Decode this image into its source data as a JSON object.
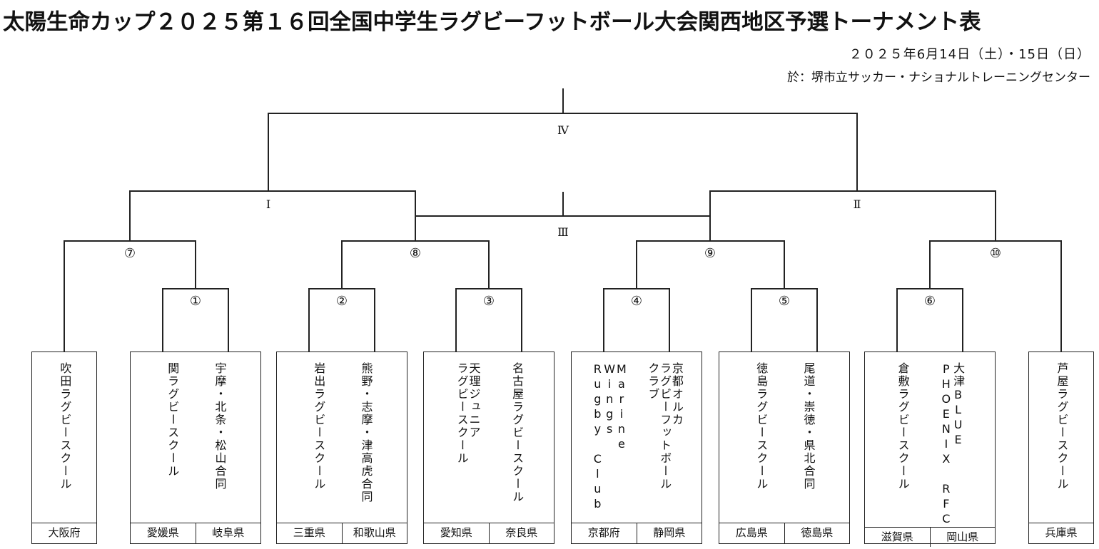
{
  "title": "太陽生命カップ２０２５第１６回全国中学生ラグビーフットボール大会関西地区予選トーナメント表",
  "date": "２０２５年6月14日（土）・15日（日）",
  "venue": "於：堺市立サッカー・ナショナルトレーニングセンター",
  "rounds": {
    "final": "Ⅳ",
    "semi_left": "Ⅰ",
    "semi_right": "Ⅱ",
    "third_place": "Ⅲ"
  },
  "match_numbers": [
    "①",
    "②",
    "③",
    "④",
    "⑤",
    "⑥",
    "⑦",
    "⑧",
    "⑨",
    "⑩"
  ],
  "boxes": [
    {
      "teams": [
        {
          "name": "吹田ラグビースクール",
          "prefecture": "大阪府"
        }
      ]
    },
    {
      "teams": [
        {
          "name": "宇摩・北条・松山合同",
          "prefecture": "愛媛県"
        },
        {
          "name": "関ラグビースクール",
          "prefecture": "岐阜県"
        }
      ]
    },
    {
      "teams": [
        {
          "name": "熊野・志摩・津高虎合同",
          "prefecture": "三重県"
        },
        {
          "name": "岩出ラグビースクール",
          "prefecture": "和歌山県"
        }
      ]
    },
    {
      "teams": [
        {
          "name": "名古屋ラグビースクール",
          "prefecture": "愛知県"
        },
        {
          "name": [
            "天理ジュニア",
            "ラグビースクール"
          ],
          "prefecture": "奈良県"
        }
      ]
    },
    {
      "teams": [
        {
          "name": [
            "京都オルカ",
            "ラグビーフットボール",
            "クラブ"
          ],
          "prefecture": "京都府"
        },
        {
          "name": [
            "Marine",
            "Wings",
            "Rugby Club"
          ],
          "prefecture": "静岡県"
        }
      ]
    },
    {
      "teams": [
        {
          "name": "尾道・崇徳・県北合同",
          "prefecture": "広島県"
        },
        {
          "name": "徳島ラグビースクール",
          "prefecture": "徳島県"
        }
      ]
    },
    {
      "teams": [
        {
          "name": [
            "大津BLUE",
            "PHOENIX RFC"
          ],
          "prefecture": "滋賀県"
        },
        {
          "name": "倉敷ラグビースクール",
          "prefecture": "岡山県"
        }
      ]
    },
    {
      "teams": [
        {
          "name": "芦屋ラグビースクール",
          "prefecture": "兵庫県"
        }
      ]
    }
  ]
}
